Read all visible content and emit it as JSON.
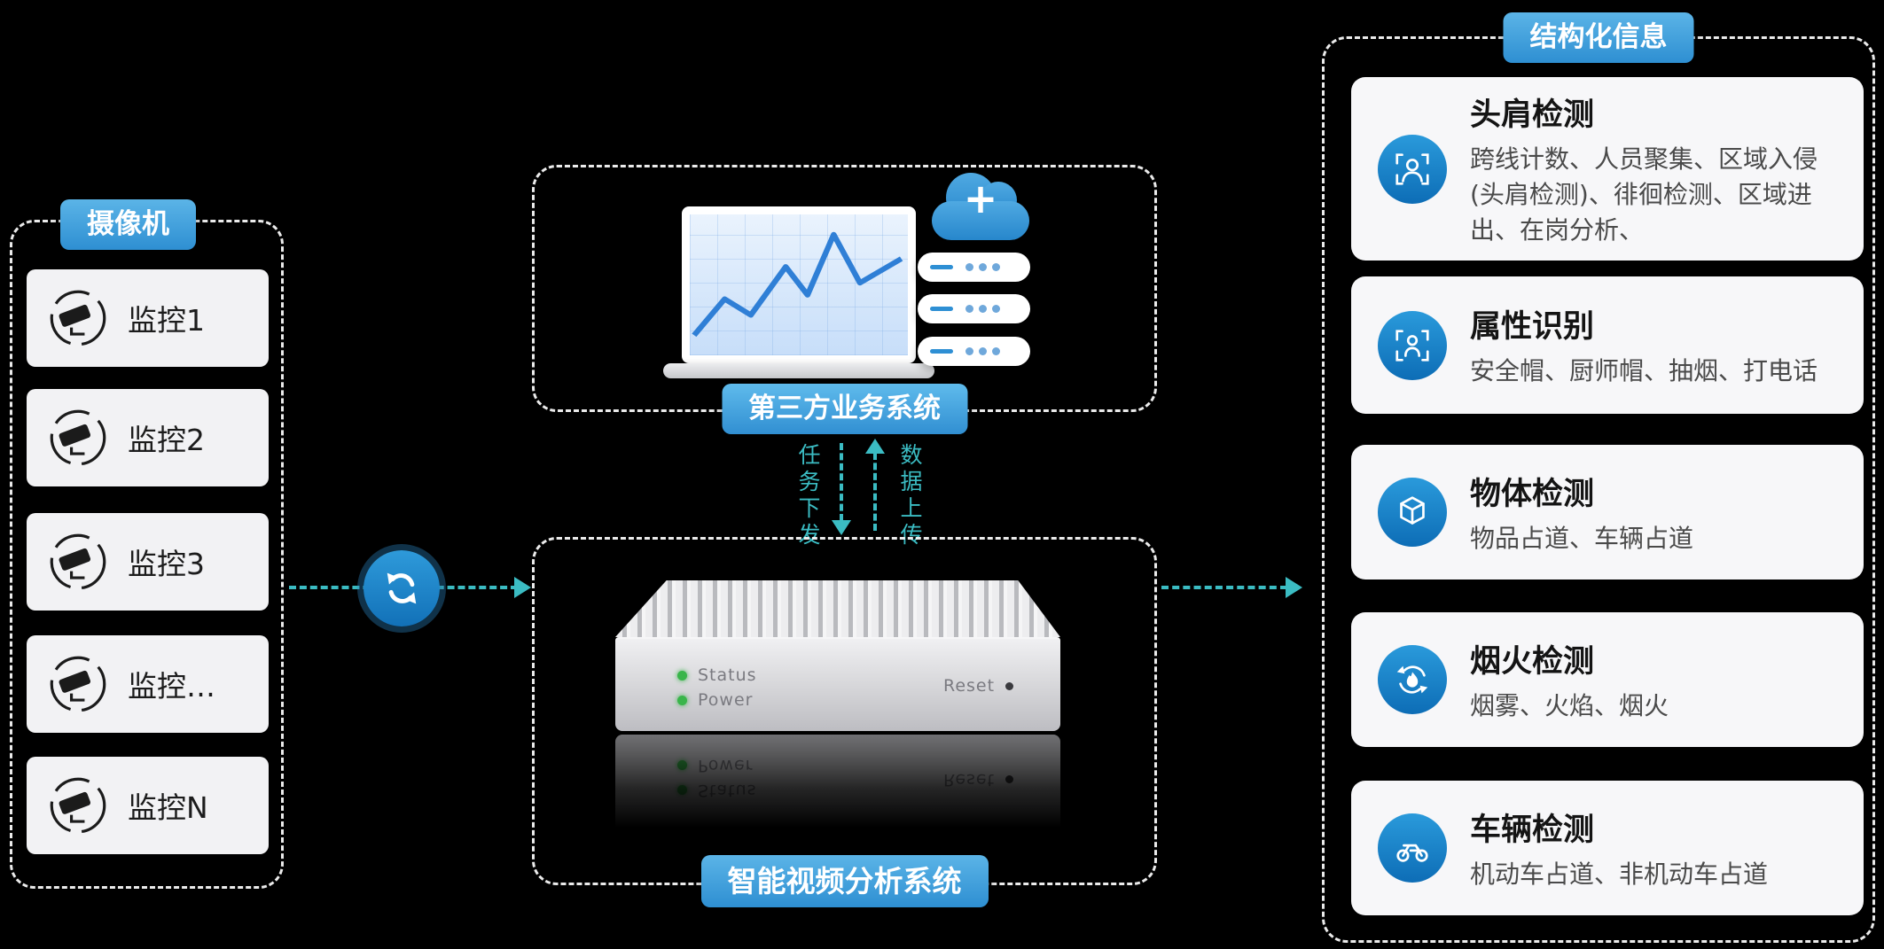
{
  "colors": {
    "background": "#000000",
    "badge_blue": "#3E9CD9",
    "accent_teal": "#3BBCC3",
    "icon_circle_blue": "#1478BE",
    "card_background": "#F7F7F9",
    "led_green": "#39B54A"
  },
  "left_panel": {
    "title": "摄像机",
    "items": [
      {
        "label": "监控1"
      },
      {
        "label": "监控2"
      },
      {
        "label": "监控3"
      },
      {
        "label": "监控…"
      },
      {
        "label": "监控N"
      }
    ]
  },
  "third_party": {
    "title": "第三方业务系统",
    "cloud_plus": "+"
  },
  "flows": {
    "task_down": "任务下发",
    "data_up": "数据上传"
  },
  "analysis_system": {
    "title": "智能视频分析系统",
    "device": {
      "status": "Status",
      "power": "Power",
      "reset": "Reset"
    }
  },
  "right_panel": {
    "title": "结构化信息",
    "cards": [
      {
        "icon": "head-shoulder-detection-icon",
        "title": "头肩检测",
        "desc": "跨线计数、人员聚集、区域入侵(头肩检测)、徘徊检测、区域进出、在岗分析、"
      },
      {
        "icon": "attribute-recognition-icon",
        "title": "属性识别",
        "desc": "安全帽、厨师帽、抽烟、打电话"
      },
      {
        "icon": "object-detection-icon",
        "title": "物体检测",
        "desc": "物品占道、车辆占道"
      },
      {
        "icon": "fire-smoke-detection-icon",
        "title": "烟火检测",
        "desc": "烟雾、火焰、烟火"
      },
      {
        "icon": "vehicle-detection-icon",
        "title": "车辆检测",
        "desc": "机动车占道、非机动车占道"
      }
    ]
  }
}
